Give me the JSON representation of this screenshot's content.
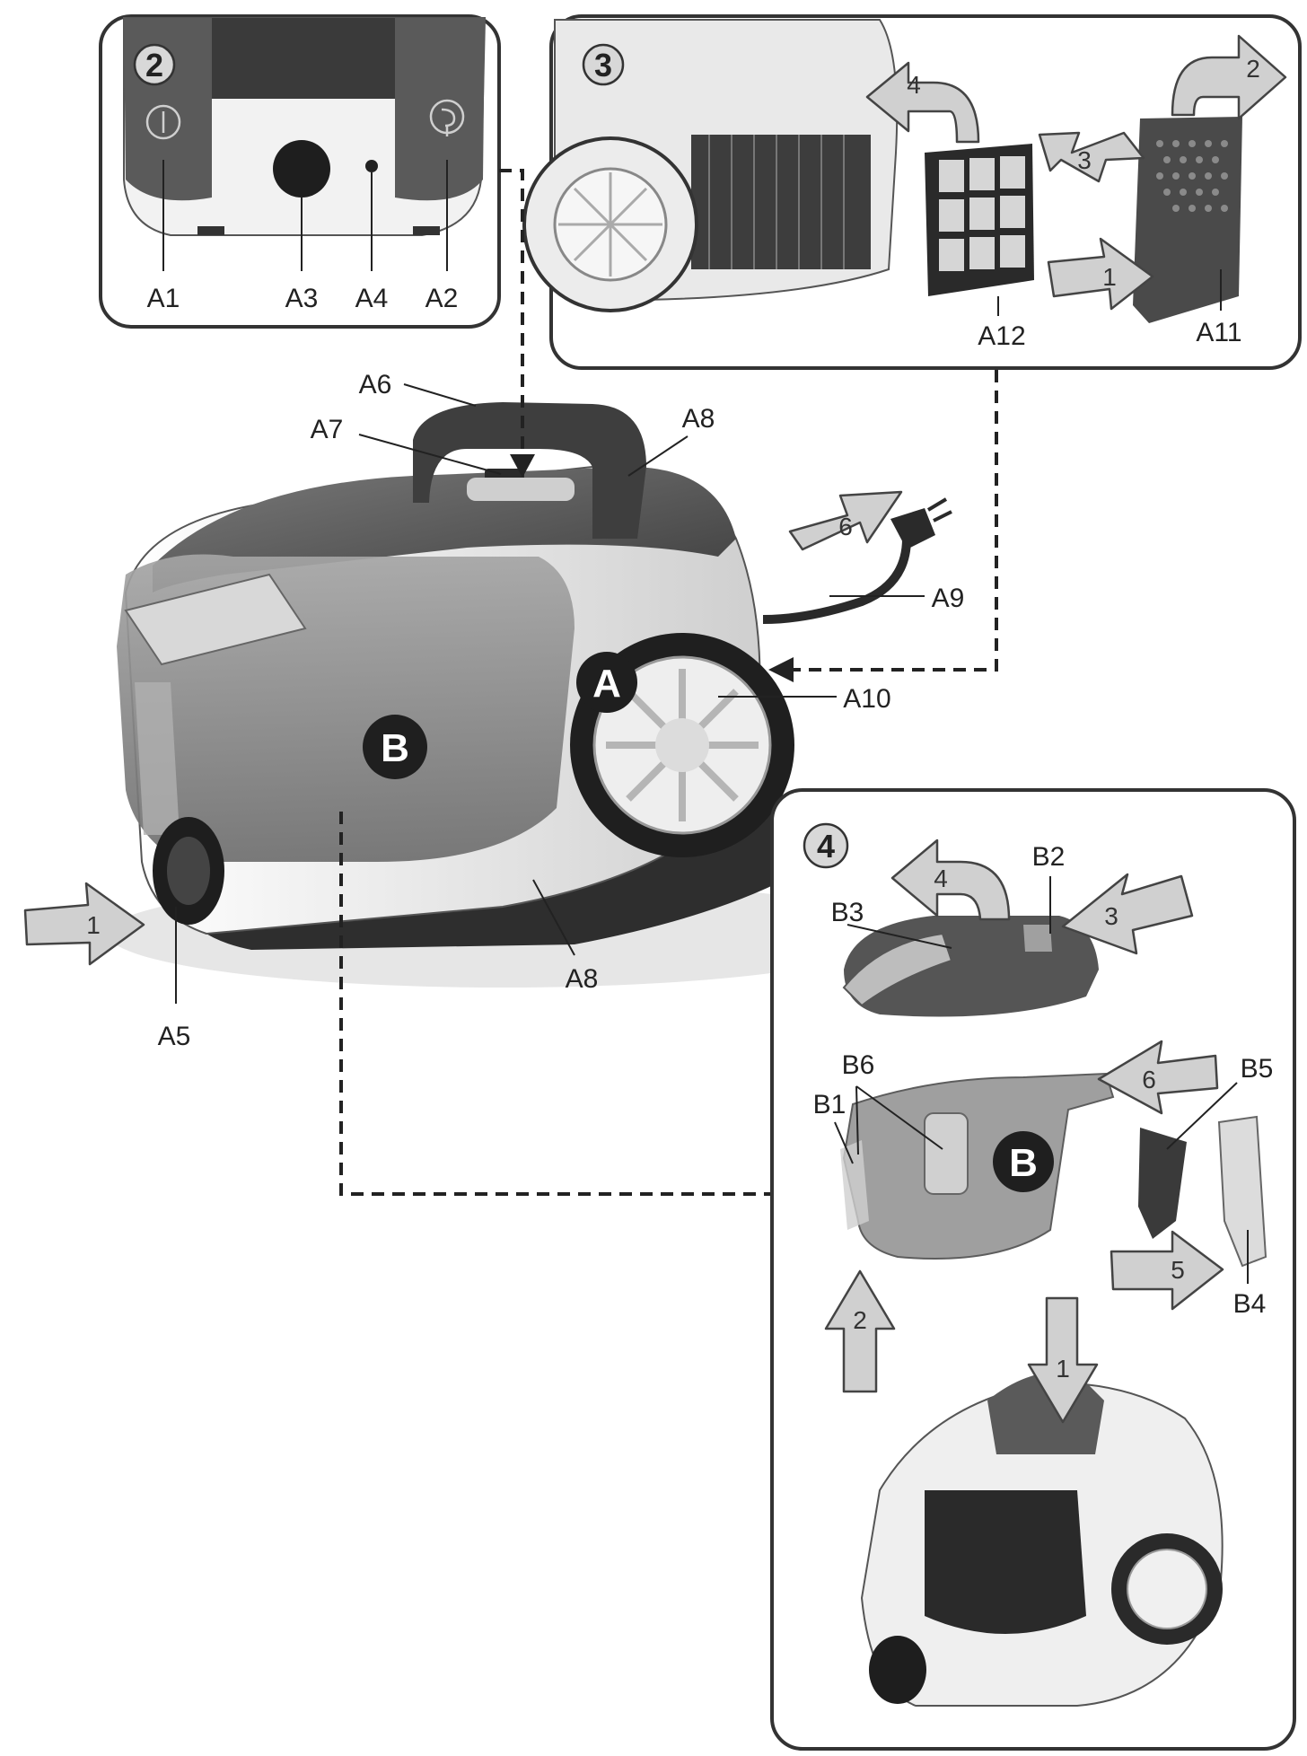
{
  "panels": {
    "p2": {
      "number": "2"
    },
    "p3": {
      "number": "3"
    },
    "p4": {
      "number": "4"
    }
  },
  "badges": {
    "a": "A",
    "b_main": "B",
    "b_detail": "B"
  },
  "labels": {
    "a1": "A1",
    "a2": "A2",
    "a3": "A3",
    "a4": "A4",
    "a5": "A5",
    "a6": "A6",
    "a7": "A7",
    "a8_top": "A8",
    "a8_bottom": "A8",
    "a9": "A9",
    "a10": "A10",
    "a11": "A11",
    "a12": "A12",
    "b1": "B1",
    "b2": "B2",
    "b3": "B3",
    "b4": "B4",
    "b5": "B5",
    "b6": "B6"
  },
  "steps": {
    "s3_1": "1",
    "s3_2": "2",
    "s3_3": "3",
    "s3_4": "4",
    "main_1": "1",
    "main_6": "6",
    "s4_1": "1",
    "s4_2": "2",
    "s4_3": "3",
    "s4_4": "4",
    "s4_5": "5",
    "s4_6": "6"
  },
  "colors": {
    "body_dark": "#5a5a5a",
    "body_white": "#f2f2f2",
    "bin_gray": "#8c8c8c",
    "arrow_fill": "#d0d0d0",
    "outline": "#333333"
  },
  "icons": {
    "power": "power-icon",
    "cord_rewind": "cord-rewind-icon"
  }
}
